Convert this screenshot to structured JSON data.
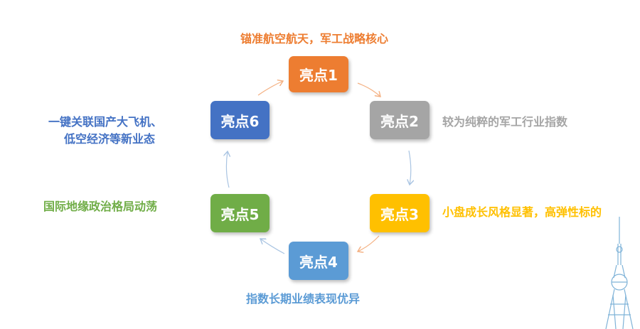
{
  "nodes": [
    {
      "label": "亮点1",
      "color": "#ED7D31",
      "caption": "锚准航空航天，军工战略核心"
    },
    {
      "label": "亮点2",
      "color": "#A5A5A5",
      "caption": "较为纯粹的军工行业指数"
    },
    {
      "label": "亮点3",
      "color": "#FFC000",
      "caption": "小盘成长风格显著，高弹性标的"
    },
    {
      "label": "亮点4",
      "color": "#5B9BD5",
      "caption": "指数长期业绩表现优异"
    },
    {
      "label": "亮点5",
      "color": "#70AD47",
      "caption": "国际地缘政治格局动荡"
    },
    {
      "label": "亮点6",
      "color": "#4472C4",
      "caption_line1": "一键关联国产大飞机、",
      "caption_line2": "低空经济等新业态"
    }
  ],
  "arrow_color": "#F4B183",
  "arrow_color_alt": "#A9C4E2"
}
